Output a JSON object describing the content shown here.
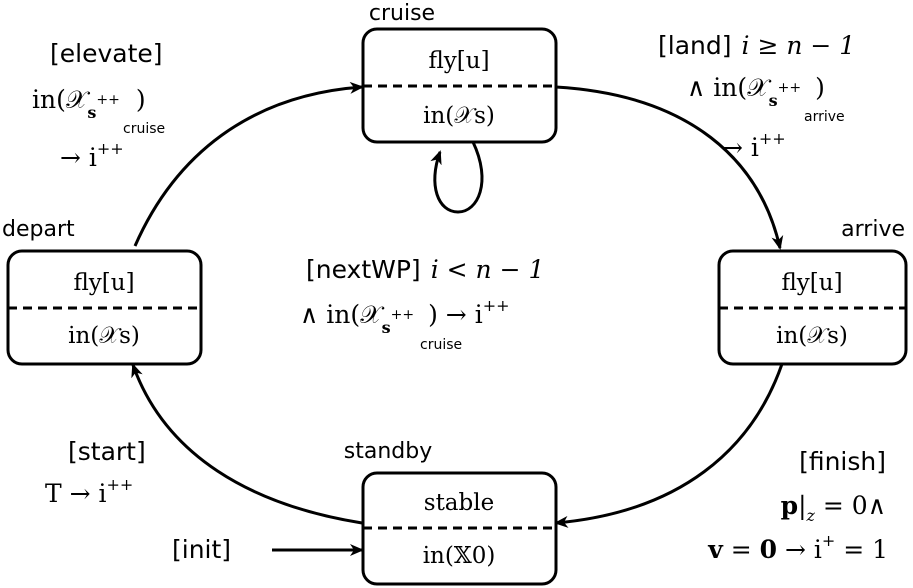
{
  "states": {
    "cruise": {
      "name": "cruise",
      "action": "fly[u]",
      "condition": "in(𝒳s)"
    },
    "depart": {
      "name": "depart",
      "action": "fly[u]",
      "condition": "in(𝒳s)"
    },
    "arrive": {
      "name": "arrive",
      "action": "fly[u]",
      "condition": "in(𝒳s)"
    },
    "standby": {
      "name": "standby",
      "action": "stable",
      "condition": "in(𝕏0)"
    }
  },
  "transitions": {
    "elevate": {
      "event": "[elevate]",
      "guard": "in(𝒳",
      "guard_sub": "s",
      "guard_sub_sup": "++",
      "guard_sub_sub": "cruise",
      "guard_close": ")",
      "effect": "→ i",
      "effect_sup": "++"
    },
    "land": {
      "event": "[land]",
      "guard": "i ≥ n − 1",
      "guard2": "∧ in(𝒳",
      "guard2_sub": "s",
      "guard2_sub_sup": "++",
      "guard2_sub_sub": "arrive",
      "guard2_close": ")",
      "effect": "→ i",
      "effect_sup": "++"
    },
    "nextWP": {
      "event": "[nextWP]",
      "guard": "i < n − 1",
      "guard2": "∧ in(𝒳",
      "guard2_sub": "s",
      "guard2_sub_sup": "++",
      "guard2_sub_sub": "cruise",
      "guard2_close": ") → i",
      "effect_sup": "++"
    },
    "start": {
      "event": "[start]",
      "guard": "T → i",
      "effect_sup": "++"
    },
    "finish": {
      "event": "[finish]",
      "guard_p": "p",
      "guard_rest": "|",
      "guard_z": "z",
      "guard_eq": " = 0∧",
      "line2_v": "v",
      "line2_eq": " = ",
      "line2_zero": "0",
      "line2_rest": " → i",
      "line2_sup": "+",
      "line2_end": " = 1"
    },
    "init": {
      "event": "[init]"
    }
  }
}
